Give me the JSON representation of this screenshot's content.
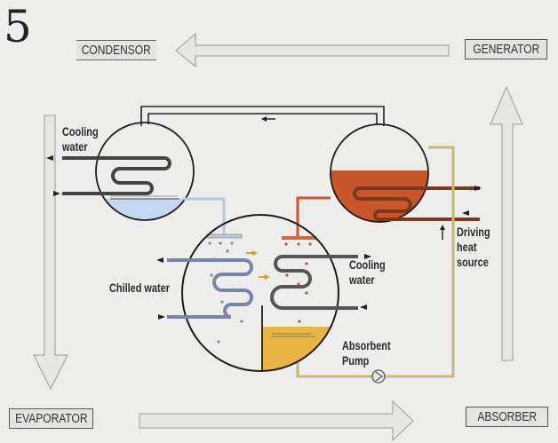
{
  "figure_number": "5",
  "stages": {
    "condensor": "CONDENSOR",
    "generator": "GENERATOR",
    "evaporator": "EVAPORATOR",
    "absorber": "ABSORBER"
  },
  "labels": {
    "cooling_water_top": [
      "Cooling",
      "water"
    ],
    "chilled_water": "Chilled water",
    "cooling_water_mid": [
      "Cooling",
      "water"
    ],
    "absorbent_pump": [
      "Absorbent",
      "Pump"
    ],
    "driving_heat_source": [
      "Driving",
      "heat",
      "source"
    ]
  },
  "colors": {
    "refrigerant": "#c4d8f0",
    "solution": "#c9552a",
    "absorbent": "#e8b444",
    "pipe_absorbent": "#c9b77a",
    "background": "#ededeb"
  }
}
